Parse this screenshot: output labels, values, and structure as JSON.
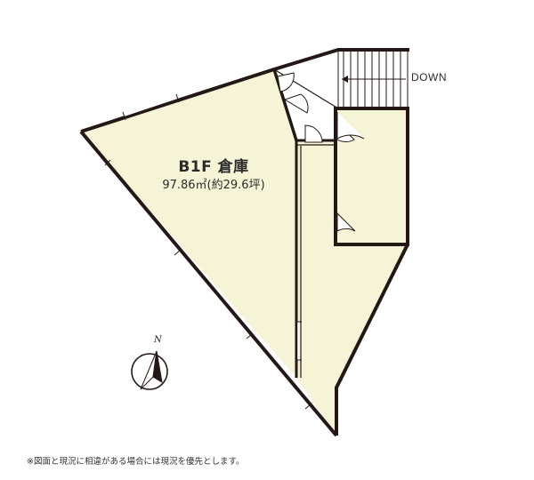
{
  "plan": {
    "room_title": "B1F 倉庫",
    "room_area": "97.86㎡(約29.6坪)",
    "stair_label": "DOWN",
    "north_label": "N",
    "footnote": "※図面と現況に相違がある場合には現況を優先とします。"
  },
  "colors": {
    "floor": "#f6f4d6",
    "wall": "#231815",
    "background": "#ffffff"
  },
  "icons": [
    "compass-north-icon",
    "stair-arrow-icon",
    "door-swing-icon"
  ]
}
